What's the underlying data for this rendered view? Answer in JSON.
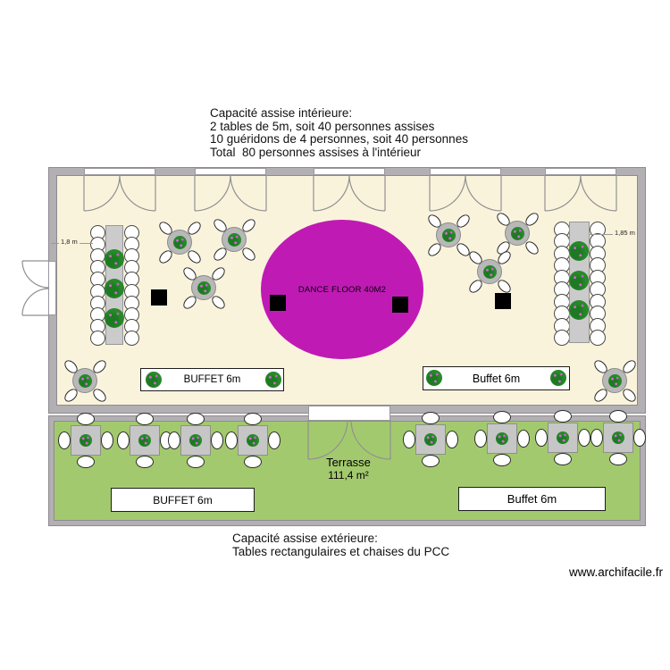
{
  "annotations": {
    "interior": {
      "lines": [
        "Capacité assise intérieure:",
        "2 tables de 5m, soit 40 personnes assises",
        "10 guéridons de 4 personnes, soit 40 personnes",
        "Total  80 personnes assises à l'intérieur"
      ]
    },
    "exterior": {
      "lines": [
        "Capacité assise extérieure:",
        "Tables rectangulaires et chaises du PCC"
      ]
    }
  },
  "plan": {
    "dance_floor_label": "DANCE FLOOR 40M2",
    "buffet_interior_left": "BUFFET 6m",
    "buffet_interior_right": "Buffet 6m",
    "buffet_terrace_left": "BUFFET 6m",
    "buffet_terrace_right": "Buffet 6m",
    "terrace_name": "Terrasse",
    "terrace_area": "111,4 m²",
    "dim_left": "1,8 m",
    "dim_right": "1,85 m"
  },
  "watermark": "www.archifacile.fr",
  "colors": {
    "room_background": "#faf3dc",
    "terrace_background": "#a3c96e",
    "dance_floor": "#c01ab5",
    "wall": "#b2b0b3",
    "table_gray": "#cbcbcb",
    "plant_green": "#2fa02f"
  }
}
